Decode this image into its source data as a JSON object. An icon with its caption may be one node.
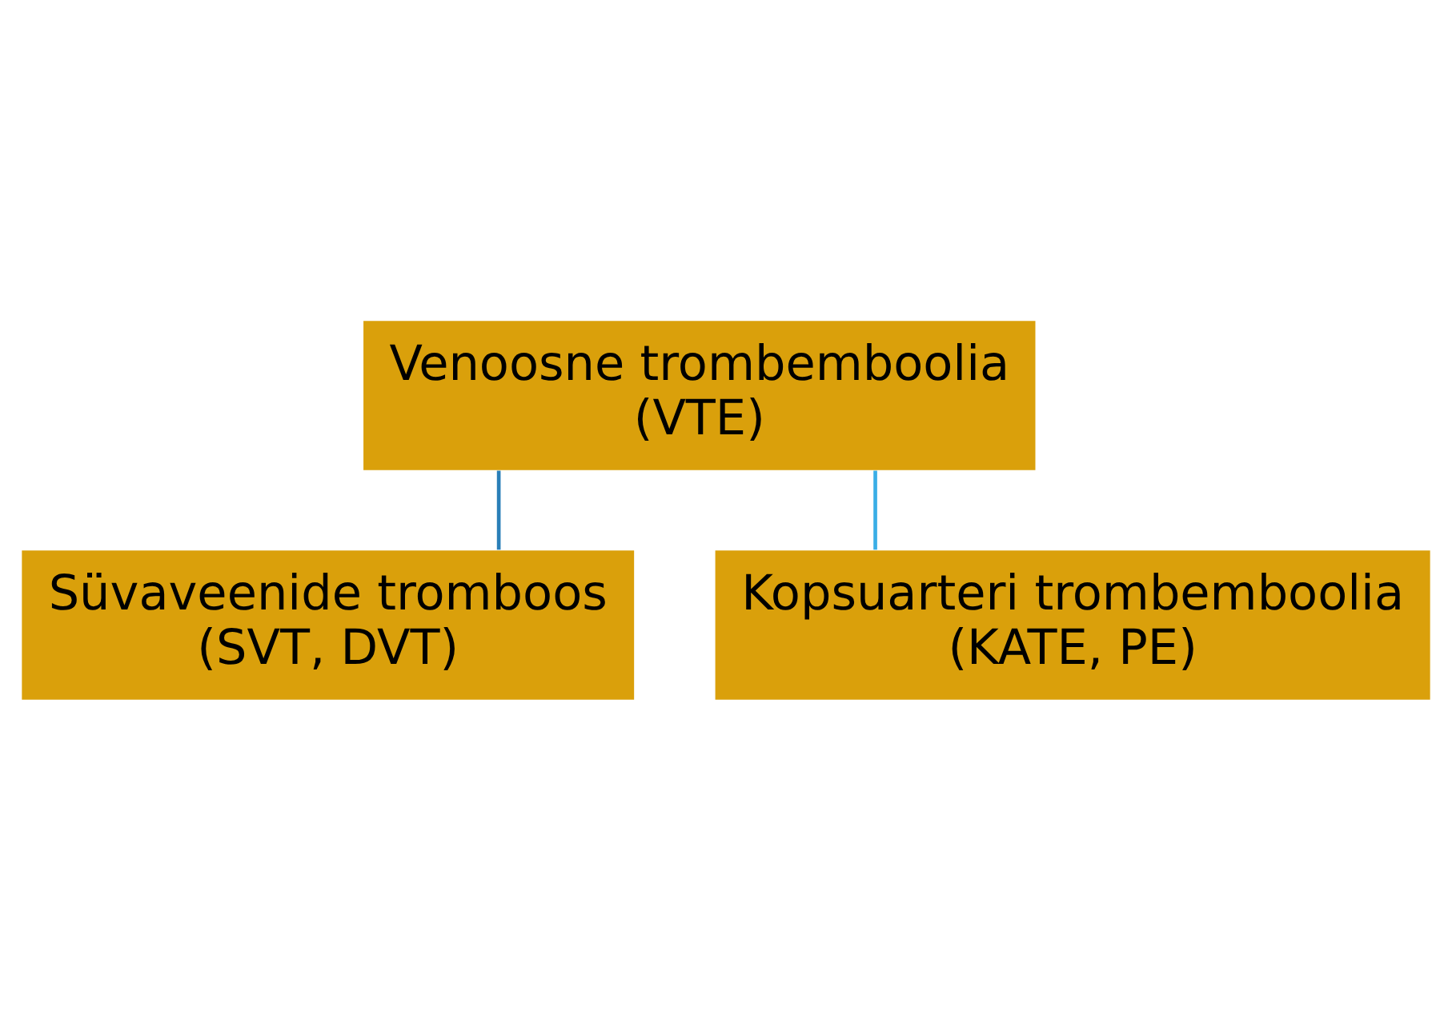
{
  "diagram": {
    "nodes": [
      {
        "text": [
          "Venoosne trombemboolia",
          "(VTE)"
        ]
      },
      {
        "text": [
          "Süvaveenide tromboos",
          "(SVT, DVT)"
        ]
      },
      {
        "text": [
          "Kopsuarteri trombemboolia",
          "(KATE, PE)"
        ]
      }
    ],
    "edges": [
      {
        "from": 0,
        "to": 1,
        "arrow": "none",
        "color": "#2a7fb8"
      },
      {
        "from": 0,
        "to": 2,
        "arrow": "none",
        "color": "#3aaee6"
      }
    ]
  }
}
